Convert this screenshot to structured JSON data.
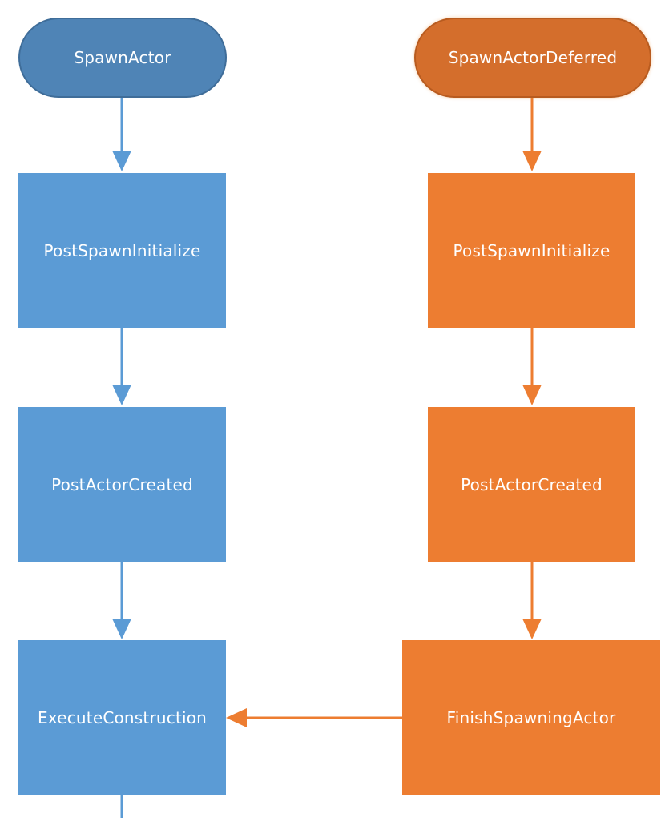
{
  "colors": {
    "blue_fill": "#5b9bd5",
    "blue_terminal": "#4f84b6",
    "blue_edge": "#5b9bd5",
    "orange_fill": "#ed7d31",
    "orange_terminal": "#d46e2c",
    "orange_edge": "#ed7d31"
  },
  "flow_left": {
    "start": "SpawnActor",
    "steps": [
      "PostSpawnInitialize",
      "PostActorCreated",
      "ExecuteConstruction"
    ]
  },
  "flow_right": {
    "start": "SpawnActorDeferred",
    "steps": [
      "PostSpawnInitialize",
      "PostActorCreated",
      "FinishSpawningActor"
    ]
  },
  "connections": [
    {
      "from": "SpawnActor",
      "to": "PostSpawnInitialize",
      "color": "blue"
    },
    {
      "from": "PostSpawnInitialize",
      "to": "PostActorCreated",
      "color": "blue"
    },
    {
      "from": "PostActorCreated",
      "to": "ExecuteConstruction",
      "color": "blue"
    },
    {
      "from": "ExecuteConstruction",
      "to": "",
      "color": "blue"
    },
    {
      "from": "SpawnActorDeferred",
      "to": "PostSpawnInitialize",
      "color": "orange"
    },
    {
      "from": "PostSpawnInitialize",
      "to": "PostActorCreated",
      "color": "orange"
    },
    {
      "from": "PostActorCreated",
      "to": "FinishSpawningActor",
      "color": "orange"
    },
    {
      "from": "FinishSpawningActor",
      "to": "ExecuteConstruction",
      "color": "orange"
    }
  ]
}
